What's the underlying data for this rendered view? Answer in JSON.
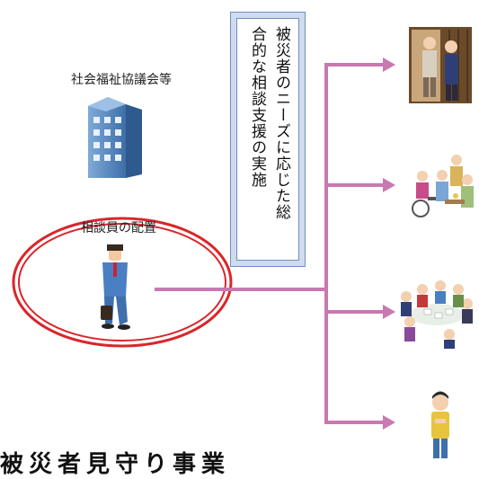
{
  "org_label": "社会福祉協議会等",
  "staff_label": "相談員の配置",
  "banner": {
    "line1": "被災者のニーズに応じた総",
    "line2": "合的な相談支援の実施"
  },
  "cut_text": "被災者見守り事業",
  "colors": {
    "connector": "#c978b0",
    "ellipse": "#d9262b",
    "banner_border": "#6f8fc0",
    "banner_fill": "#cfdcef",
    "building": "#5f8fc4"
  },
  "icons": [
    "building-icon",
    "business-man-icon",
    "home-visit-icon",
    "wheelchair-elderly-icon",
    "group-meeting-icon",
    "thinking-man-icon"
  ]
}
